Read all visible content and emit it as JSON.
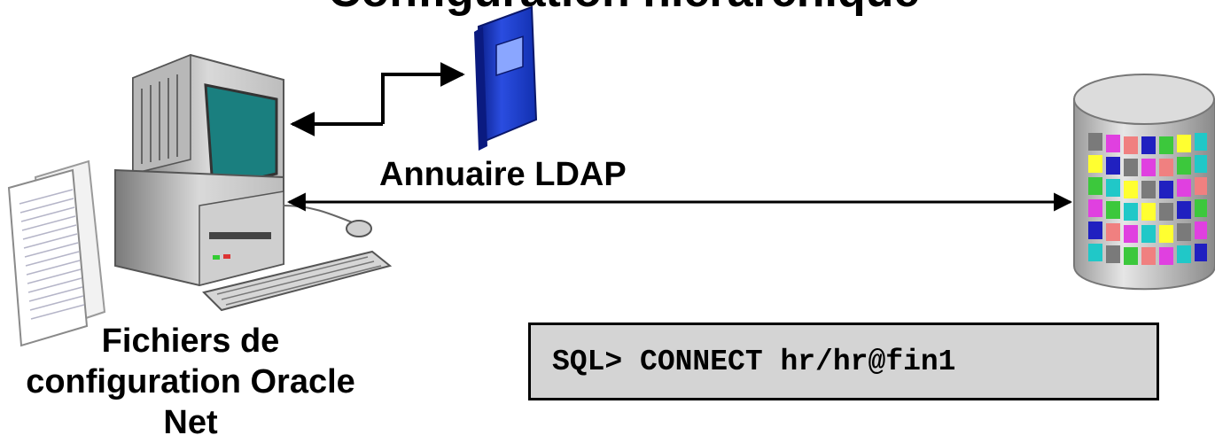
{
  "title_partial": "Configuration hiérarchique",
  "ldap": {
    "label": "Annuaire LDAP"
  },
  "client": {
    "config_label_line1": "Fichiers de",
    "config_label_line2": "configuration Oracle Net"
  },
  "command": {
    "text": "SQL> CONNECT hr/hr@fin1"
  },
  "colors": {
    "arrow": "#000000",
    "book_blue": "#1f3fd8",
    "monitor_screen": "#1a7f7f",
    "db_body": "#c9c9c9",
    "command_bg": "#d4d4d4"
  },
  "icons": [
    "document-icon",
    "computer-icon",
    "book-icon",
    "database-icon",
    "mouse-icon",
    "keyboard-icon"
  ]
}
